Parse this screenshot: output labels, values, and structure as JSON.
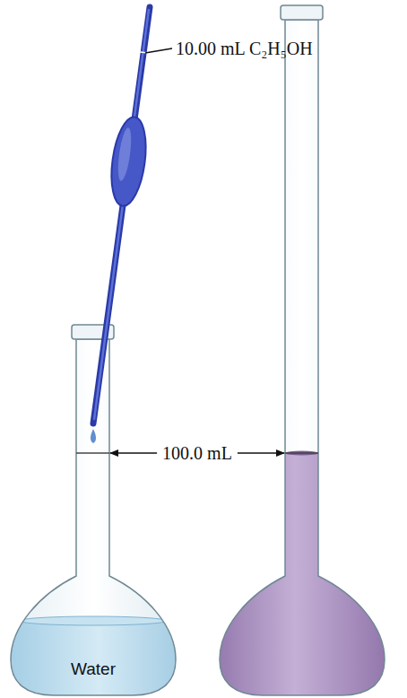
{
  "diagram": {
    "labels": [
      "10.00 mL C₂H₅OH",
      "100.0 mL",
      "Water"
    ]
  }
}
